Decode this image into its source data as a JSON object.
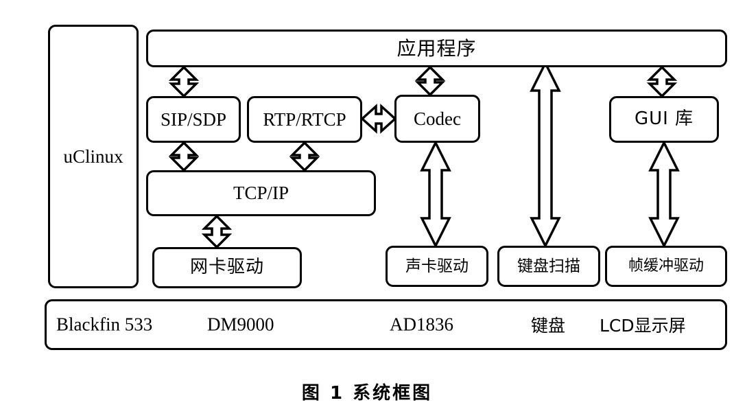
{
  "figure": {
    "caption": "图 1  系统框图",
    "caption_number": "图 1",
    "caption_title": "系统框图"
  },
  "nodes": {
    "uclinux": {
      "label": "uClinux",
      "script": "latin"
    },
    "application": {
      "label": "应用程序",
      "script": "cjk"
    },
    "sip_sdp": {
      "label": "SIP/SDP",
      "script": "latin"
    },
    "rtp_rtcp": {
      "label": "RTP/RTCP",
      "script": "latin"
    },
    "codec": {
      "label": "Codec",
      "script": "latin"
    },
    "gui_lib": {
      "label": "GUI 库",
      "script": "mixed"
    },
    "tcp_ip": {
      "label": "TCP/IP",
      "script": "latin"
    },
    "nic_driver": {
      "label": "网卡驱动",
      "script": "cjk"
    },
    "sound_driver": {
      "label": "声卡驱动",
      "script": "cjk"
    },
    "keyboard_scan": {
      "label": "键盘扫描",
      "script": "cjk"
    },
    "framebuffer_driver": {
      "label": "帧缓冲驱动",
      "script": "cjk"
    }
  },
  "hardware_row": {
    "items": [
      {
        "label": "Blackfin 533",
        "script": "latin"
      },
      {
        "label": "DM9000",
        "script": "latin"
      },
      {
        "label": "AD1836",
        "script": "latin"
      },
      {
        "label": "键盘",
        "script": "cjk"
      },
      {
        "label": "LCD显示屏",
        "script": "mixed"
      }
    ]
  },
  "connections": [
    {
      "name": "application-to-sip-sdp",
      "from": "application",
      "to": "sip_sdp",
      "direction": "bidirectional",
      "orientation": "vertical"
    },
    {
      "name": "application-to-codec",
      "from": "application",
      "to": "codec",
      "direction": "bidirectional",
      "orientation": "vertical"
    },
    {
      "name": "application-to-keyboard-scan",
      "from": "application",
      "to": "keyboard_scan",
      "direction": "bidirectional",
      "orientation": "vertical"
    },
    {
      "name": "application-to-gui-lib",
      "from": "application",
      "to": "gui_lib",
      "direction": "bidirectional",
      "orientation": "vertical"
    },
    {
      "name": "rtp-rtcp-to-codec",
      "from": "rtp_rtcp",
      "to": "codec",
      "direction": "bidirectional",
      "orientation": "horizontal"
    },
    {
      "name": "sip-sdp-to-tcp-ip",
      "from": "sip_sdp",
      "to": "tcp_ip",
      "direction": "bidirectional",
      "orientation": "vertical"
    },
    {
      "name": "rtp-rtcp-to-tcp-ip",
      "from": "rtp_rtcp",
      "to": "tcp_ip",
      "direction": "bidirectional",
      "orientation": "vertical"
    },
    {
      "name": "tcp-ip-to-nic-driver",
      "from": "tcp_ip",
      "to": "nic_driver",
      "direction": "bidirectional",
      "orientation": "vertical"
    },
    {
      "name": "codec-to-sound-driver",
      "from": "codec",
      "to": "sound_driver",
      "direction": "bidirectional",
      "orientation": "vertical"
    },
    {
      "name": "gui-lib-to-framebuffer-driver",
      "from": "gui_lib",
      "to": "framebuffer_driver",
      "direction": "bidirectional",
      "orientation": "vertical"
    }
  ],
  "colors": {
    "stroke": "#000000",
    "fill": "#ffffff",
    "text": "#000000"
  }
}
